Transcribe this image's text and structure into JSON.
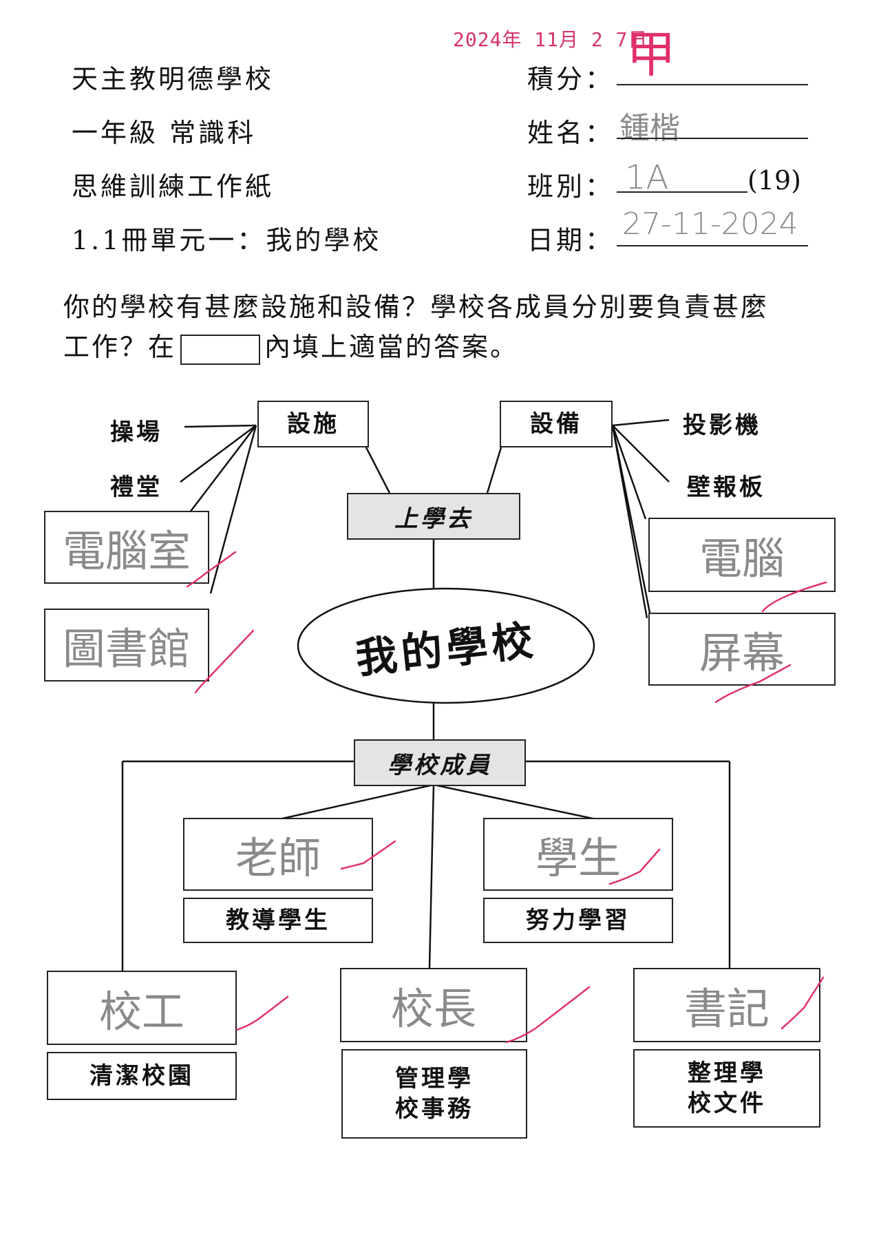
{
  "stamp": {
    "date": "2024年 11月 2 7日",
    "grade": "甲"
  },
  "header": {
    "school": "天主教明德學校",
    "grade_subject": "一年級  常識科",
    "worksheet": "思維訓練工作紙",
    "unit": "1.1冊單元一：我的學校"
  },
  "fields": {
    "score_label": "積分：",
    "name_label": "姓名：",
    "name_value": "鍾楷",
    "class_label": "班別：",
    "class_value": "1A",
    "class_number": "(19)",
    "date_label": "日期：",
    "date_value": "27-11-2024"
  },
  "question": {
    "line1": "你的學校有甚麼設施和設備？學校各成員分別要負責甚麼",
    "line2_before": "工作？在",
    "line2_after": "內填上適當的答案。"
  },
  "diagram": {
    "center": "我的學校",
    "go_to_school": "上學去",
    "facilities": {
      "title": "設施",
      "printed": [
        "操場",
        "禮堂"
      ],
      "answers": [
        "電腦室",
        "圖書館"
      ]
    },
    "equipment": {
      "title": "設備",
      "printed": [
        "投影機",
        "壁報板"
      ],
      "answers": [
        "電腦",
        "屏幕"
      ]
    },
    "members": {
      "title": "學校成員",
      "items": [
        {
          "answer": "老師",
          "duty": "教導學生"
        },
        {
          "answer": "學生",
          "duty": "努力學習"
        },
        {
          "answer": "校工",
          "duty": "清潔校園"
        },
        {
          "answer": "校長",
          "duty": "管理學校事務"
        },
        {
          "answer": "書記",
          "duty": "整理學校文件"
        }
      ]
    }
  },
  "colors": {
    "ink": "#111111",
    "pencil": "#8a8a8a",
    "correction_pen": "#e0306a",
    "box_fill": "#e4e4e4"
  }
}
